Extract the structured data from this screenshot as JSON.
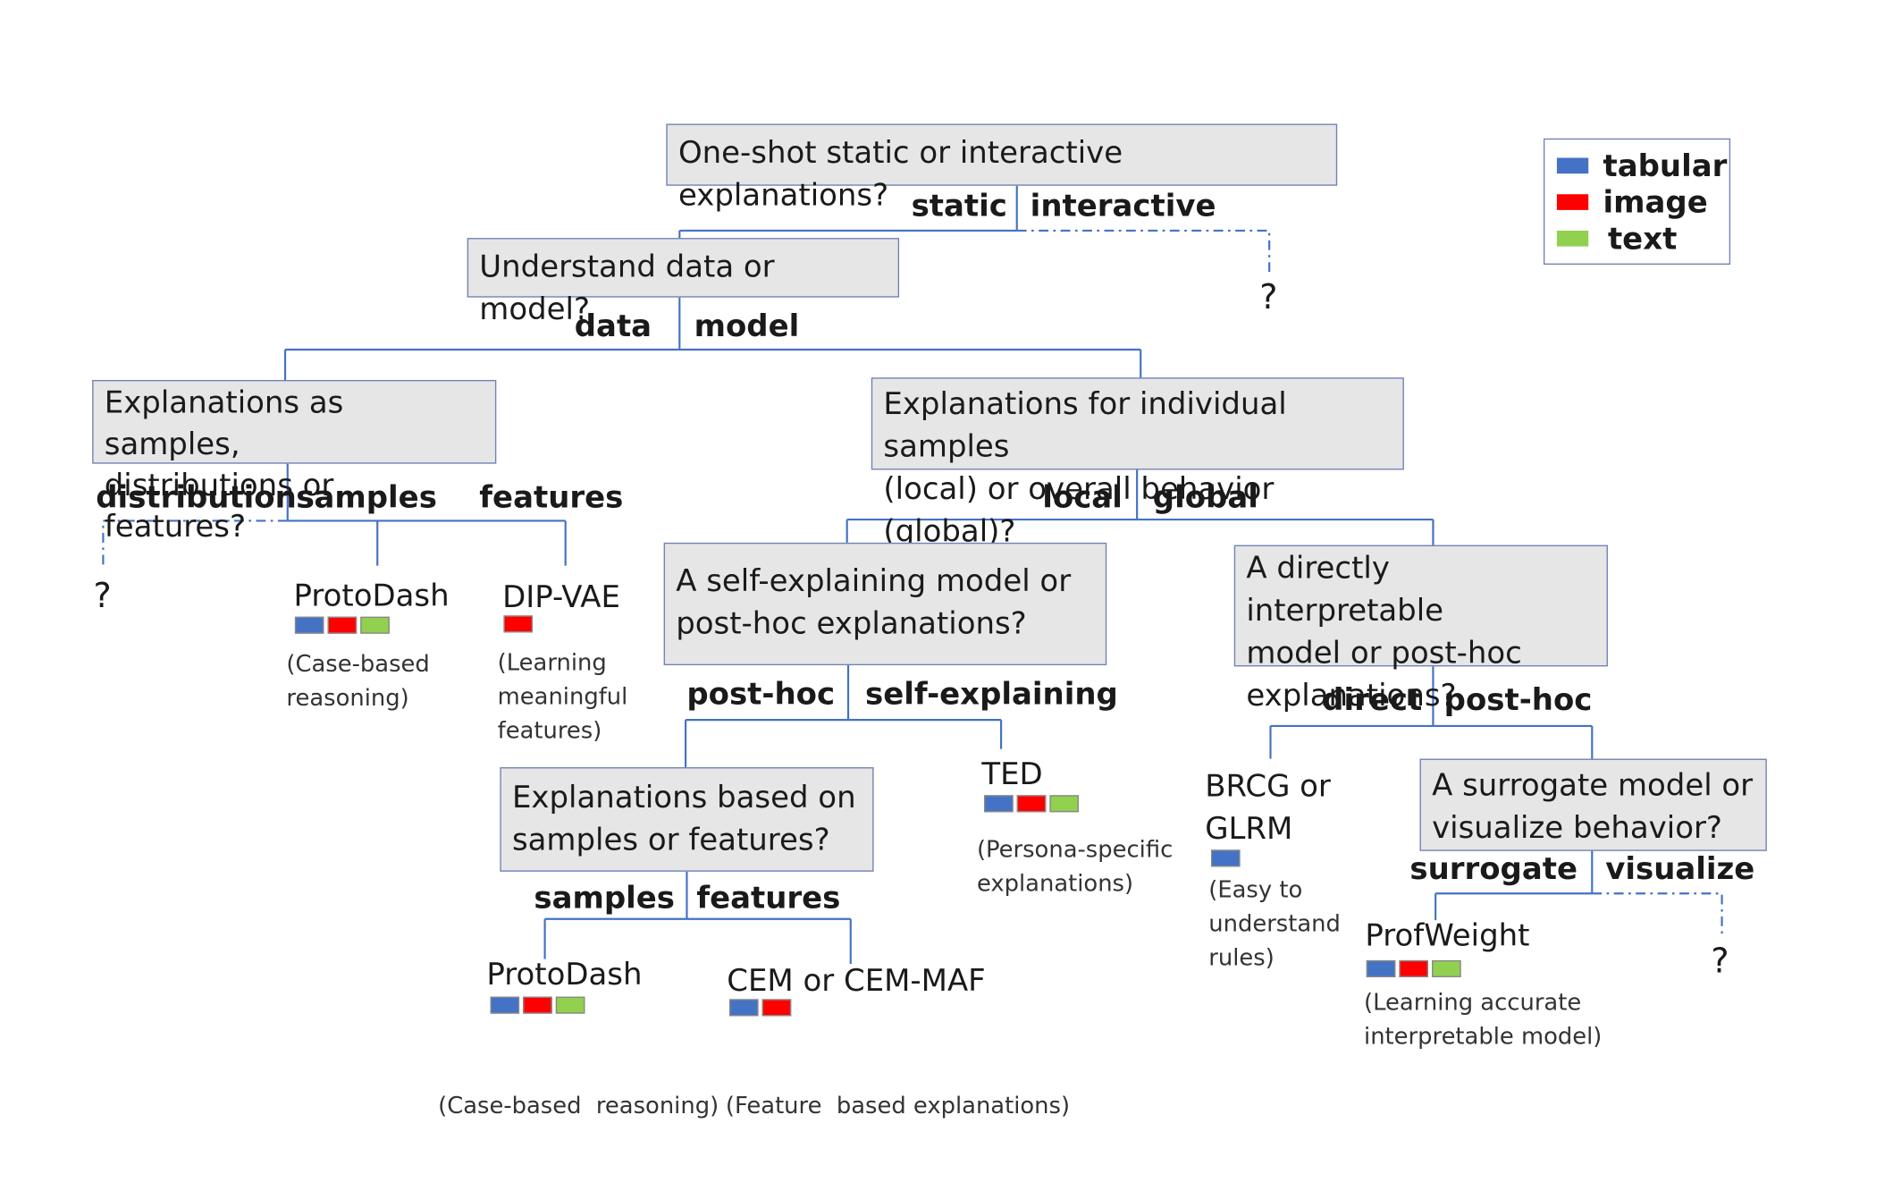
{
  "colors": {
    "tabular": "#4472c4",
    "image": "#ff0000",
    "text": "#92d050",
    "line": "#4472c4"
  },
  "legend": {
    "tabular": "tabular",
    "image": "image",
    "text": "text"
  },
  "q1": {
    "line1": "One-shot static or interactive explanations?"
  },
  "q1_labels": {
    "left": "static",
    "right": "interactive"
  },
  "q2": {
    "line1": "Understand data or model?"
  },
  "q2_labels": {
    "left": "data",
    "right": "model"
  },
  "q3": {
    "line1": "Explanations as samples,",
    "line2": "distributions or features?"
  },
  "q3_labels": {
    "distributions": "distributions",
    "samples": "samples",
    "features": "features"
  },
  "q4": {
    "line1": "Explanations for individual samples",
    "line2": "(local) or overall behavior (global)?"
  },
  "q4_labels": {
    "left": "local",
    "right": "global"
  },
  "q5": {
    "line1": "A self-explaining model or",
    "line2": "post-hoc explanations?"
  },
  "q5_labels": {
    "left": "post-hoc",
    "right": "self-explaining"
  },
  "q6": {
    "line1": "A directly interpretable",
    "line2": "model or post-hoc",
    "line3": "explanations?"
  },
  "q6_labels": {
    "left": "direct",
    "right": "post-hoc"
  },
  "q7": {
    "line1": "Explanations based on",
    "line2": "samples or features?"
  },
  "q7_labels": {
    "left": "samples",
    "right": "features"
  },
  "q8": {
    "line1": "A surrogate model or",
    "line2": "visualize behavior?"
  },
  "q8_labels": {
    "left": "surrogate",
    "right": "visualize"
  },
  "unknown": "?",
  "leaves": {
    "protodash1": {
      "name": "ProtoDash",
      "desc1": "(Case-based",
      "desc2": "reasoning)"
    },
    "dipvae": {
      "name": "DIP-VAE",
      "desc1": "(Learning",
      "desc2": "meaningful",
      "desc3": "features)"
    },
    "ted": {
      "name": "TED",
      "desc1": "(Persona-specific",
      "desc2": "explanations)"
    },
    "brcg": {
      "name1": "BRCG or",
      "name2": "GLRM",
      "desc1": "(Easy to",
      "desc2": "understand",
      "desc3": "rules)"
    },
    "protodash2": {
      "name": "ProtoDash",
      "desc1": "(Case-based  reasoning)"
    },
    "cem": {
      "name": "CEM or CEM-MAF",
      "desc1": "(Feature  based explanations)"
    },
    "profweight": {
      "name": "ProfWeight",
      "desc1": "(Learning accurate",
      "desc2": "interpretable model)"
    }
  }
}
